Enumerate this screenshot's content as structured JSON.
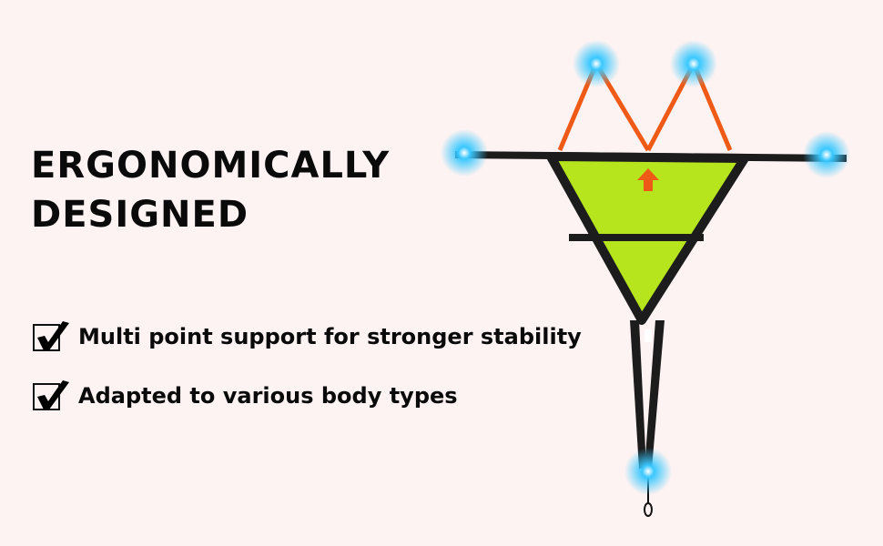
{
  "heading": {
    "line1": "ERGONOMICALLY",
    "line2": "DESIGNED"
  },
  "features": [
    {
      "label": "Multi point support for stronger stability",
      "icon": "checkbox-checked-icon"
    },
    {
      "label": "Adapted to various body types",
      "icon": "checkbox-checked-icon"
    }
  ],
  "colors": {
    "background": "#fdf3f2",
    "fabric": "#b6e51e",
    "strap": "#1c1c1c",
    "orange": "#ef5a16",
    "glow": "#39c8ff"
  }
}
